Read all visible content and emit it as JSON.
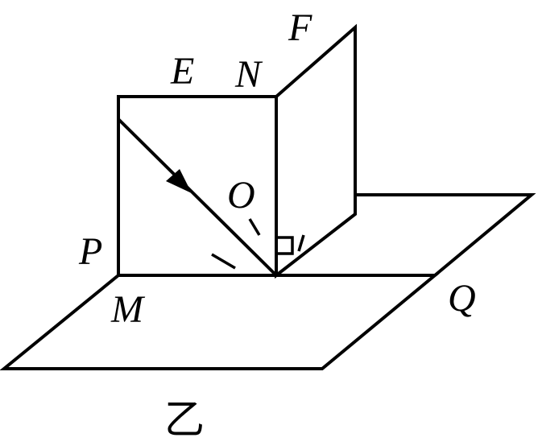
{
  "labels": {
    "E": "E",
    "N": "N",
    "F": "F",
    "O": "O",
    "P": "P",
    "M": "M",
    "Q": "Q"
  },
  "caption": "乙"
}
